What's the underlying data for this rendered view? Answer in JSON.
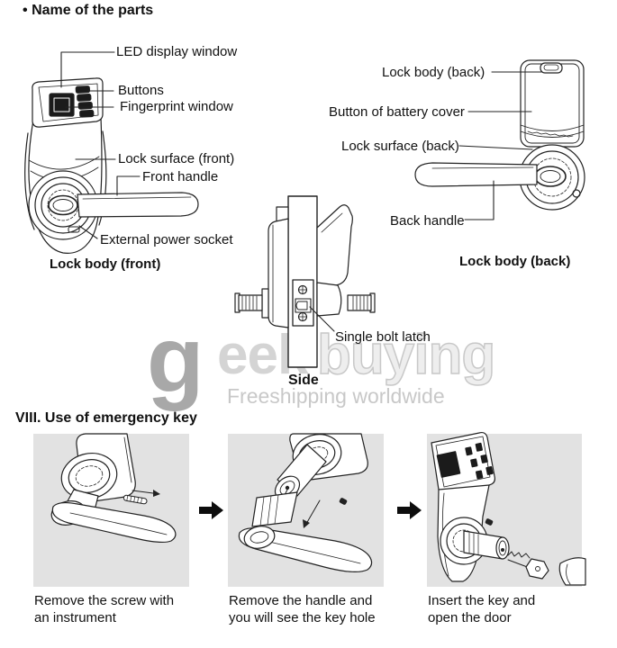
{
  "section_parts": {
    "bullet": "•",
    "title": "Name of the parts",
    "front": {
      "label_led": "LED display window",
      "label_buttons": "Buttons",
      "label_fingerprint": "Fingerprint window",
      "label_surface": "Lock surface (front)",
      "label_handle": "Front handle",
      "label_power": "External power socket",
      "caption": "Lock body (front)"
    },
    "back": {
      "label_body": "Lock body (back)",
      "label_battery": "Button of battery cover",
      "label_surface": "Lock surface (back)",
      "label_handle": "Back handle",
      "caption": "Lock body (back)"
    },
    "side": {
      "label_latch": "Single bolt latch",
      "caption": "Side"
    }
  },
  "watermark": {
    "part_g": "g",
    "part_eek": "eek",
    "part_buying": "buying",
    "tagline": "Freeshipping worldwide"
  },
  "section_key": {
    "title": "VIII. Use of emergency key",
    "steps": [
      {
        "line1": "Remove the screw with",
        "line2": "an instrument"
      },
      {
        "line1": "Remove the handle and",
        "line2": "you  will see the key hole"
      },
      {
        "line1": "Insert the key and",
        "line2": "open the door"
      }
    ]
  },
  "colors": {
    "text": "#111111",
    "line_art": "#222222",
    "panel_bg": "#e2e2e2",
    "watermark_dark": "#a8a8a8",
    "watermark_light": "#d4d4d4",
    "watermark_outline": "#c8c8c8"
  }
}
